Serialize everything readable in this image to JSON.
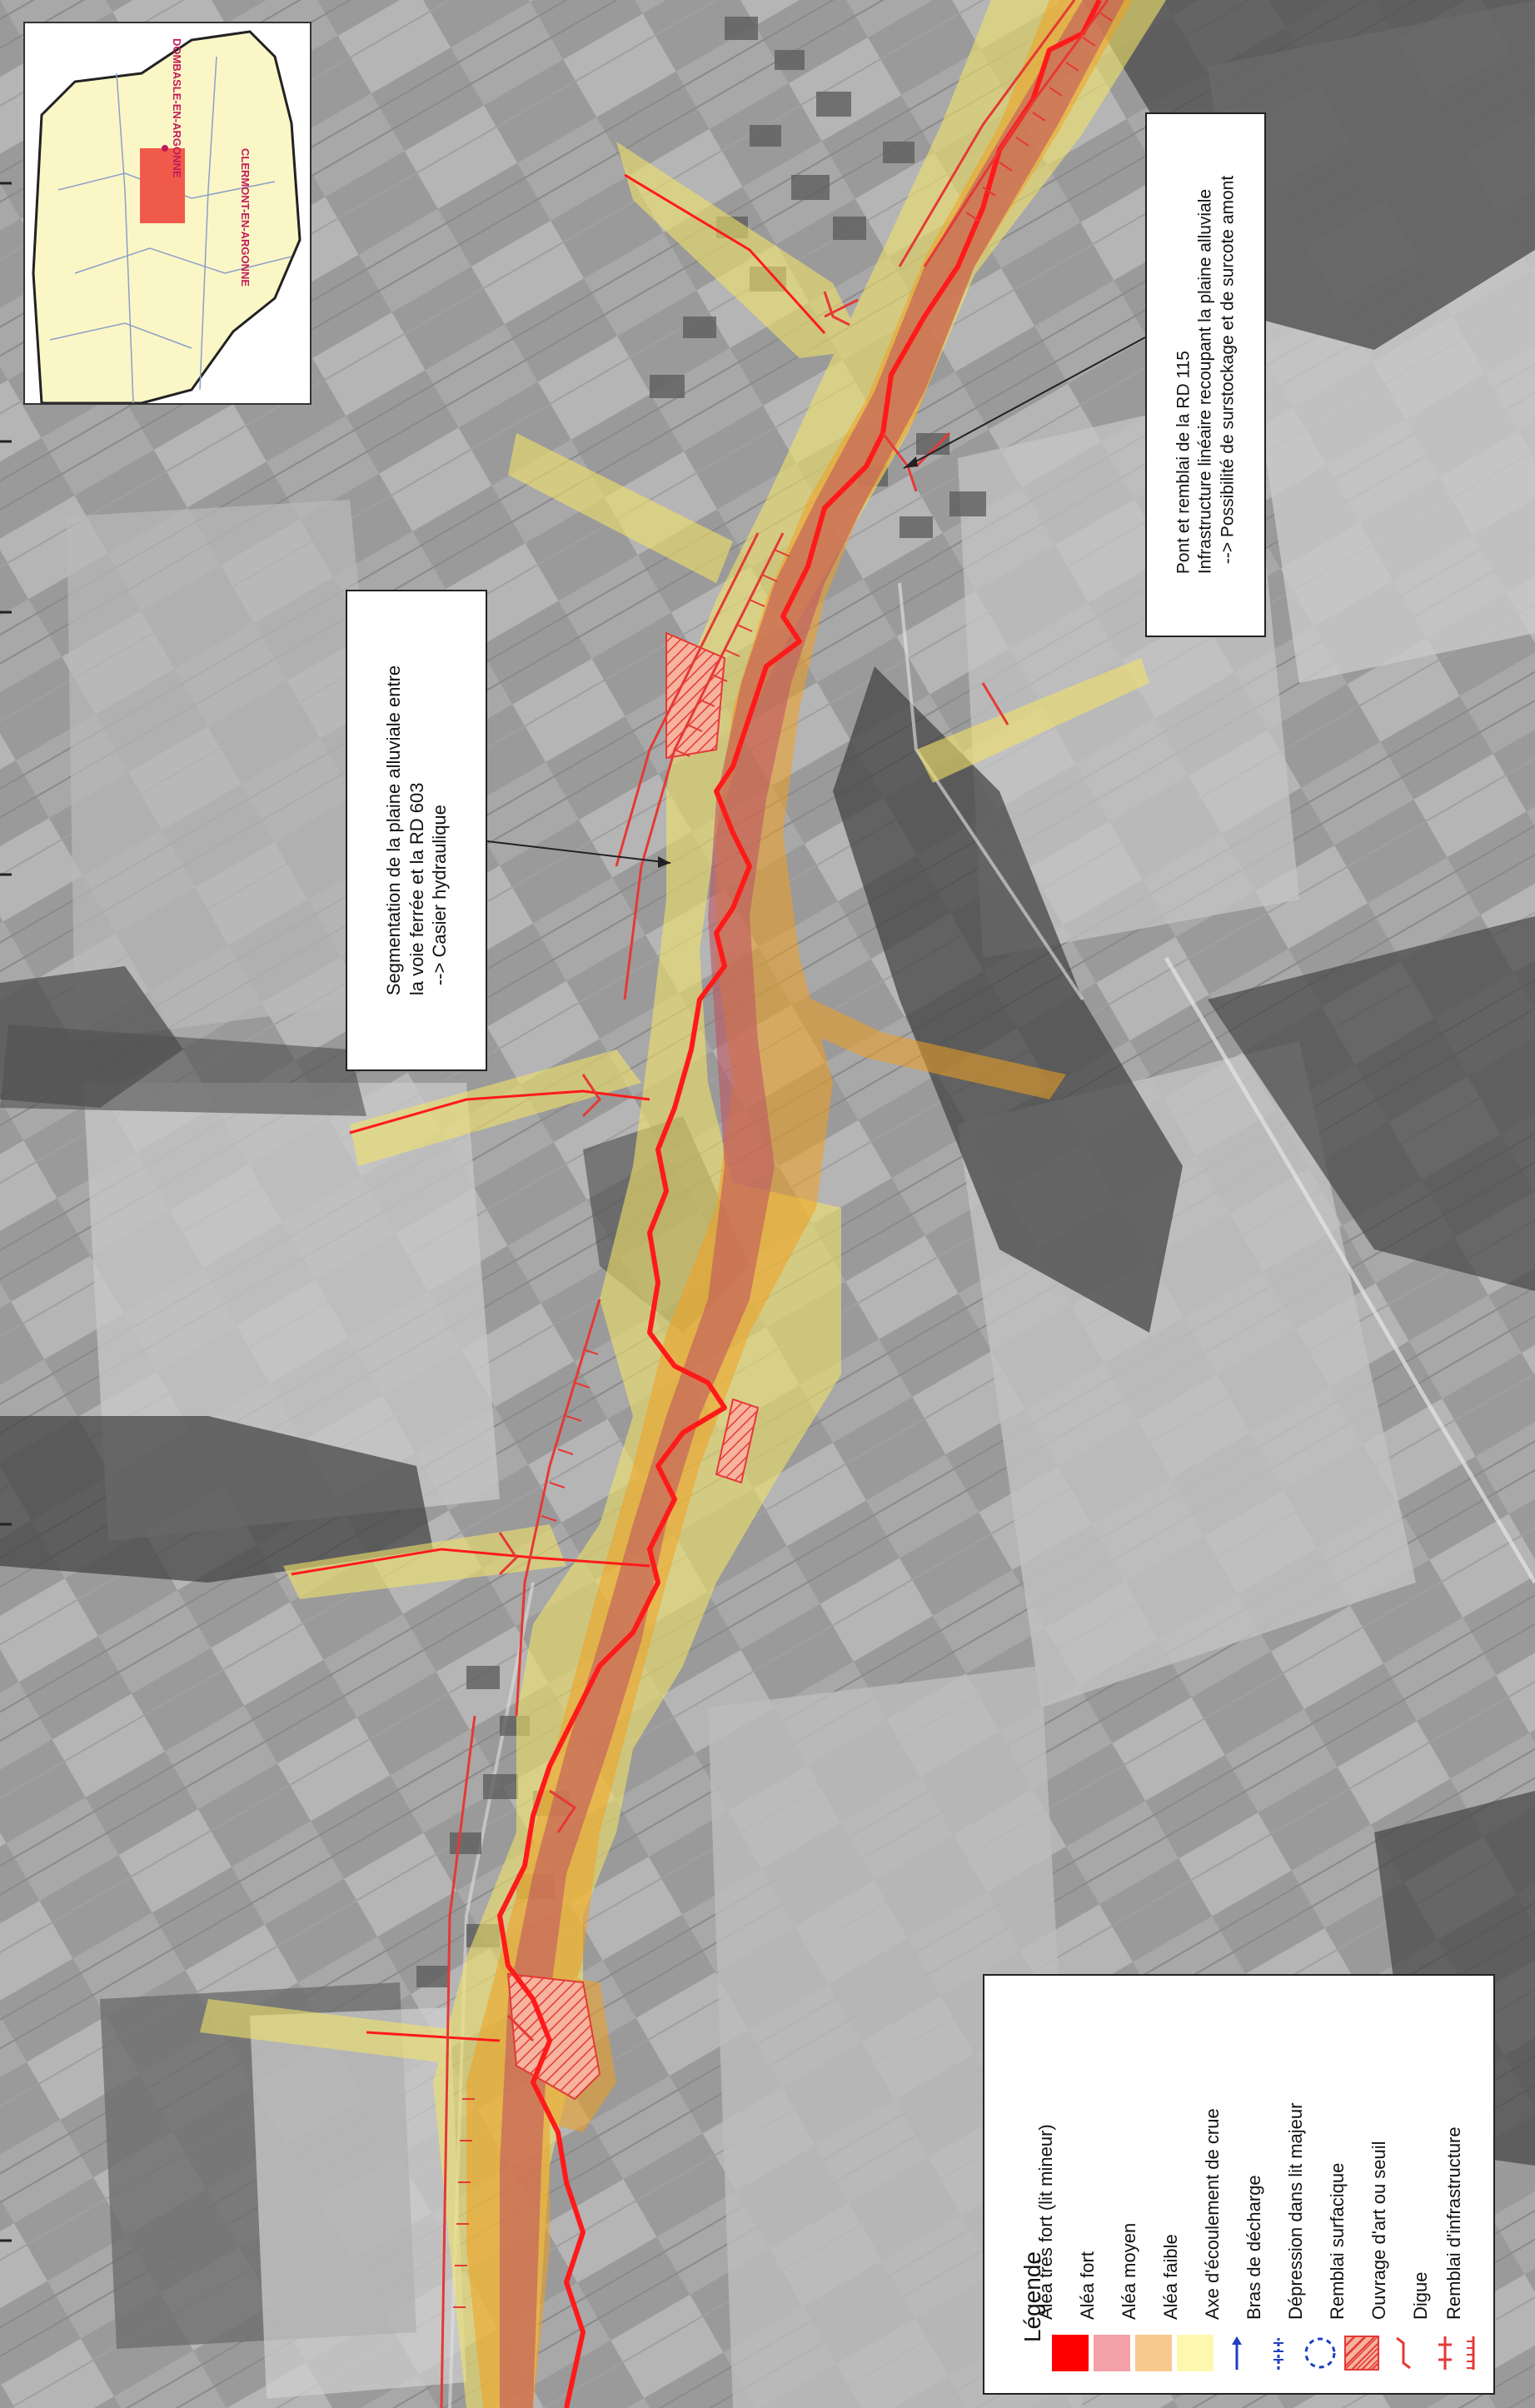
{
  "callouts": [
    {
      "id": "segmentation",
      "lines": [
        "Segmentation de la plaine alluviale entre",
        "la voie ferrée et la RD 603",
        "--> Casier hydraulique"
      ]
    },
    {
      "id": "pont",
      "lines": [
        "Pont et remblai de la RD 115",
        "Infrastructure linéaire recoupant la plaine alluviale",
        "--> Possibilité de surstockage et de surcote amont"
      ]
    }
  ],
  "inset": {
    "town_labels": [
      "DOMBASLE-EN-ARGONNE",
      "CLERMONT-EN-ARGONNE"
    ],
    "highlight_color": "#f05a4a",
    "background_color": "#fbf6c6"
  },
  "legend": {
    "title": "Légende",
    "items": [
      {
        "label": "Aléa très fort (lit mineur)",
        "swatch": "solid",
        "color": "#ff0000"
      },
      {
        "label": "Aléa fort",
        "swatch": "solid",
        "color": "#f4a0a8"
      },
      {
        "label": "Aléa moyen",
        "swatch": "solid",
        "color": "#f7c98f"
      },
      {
        "label": "Aléa faible",
        "swatch": "solid",
        "color": "#fdf8b0"
      },
      {
        "label": "Axe d'écoulement de crue",
        "swatch": "arrow-icon",
        "color": "#1f3fbf"
      },
      {
        "label": "Bras de décharge",
        "swatch": "branch-icon",
        "color": "#1f3fbf"
      },
      {
        "label": "Dépression dans lit majeur",
        "swatch": "dashed-circle-icon",
        "color": "#1f3fbf"
      },
      {
        "label": "Remblai surfacique",
        "swatch": "hatch-icon",
        "color": "#e53935"
      },
      {
        "label": "Ouvrage d'art ou seuil",
        "swatch": "bracket-icon",
        "color": "#e53935"
      },
      {
        "label": "Digue",
        "swatch": "dike-icon",
        "color": "#e53935"
      },
      {
        "label": "Remblai d'infrastructure",
        "swatch": "comb-icon",
        "color": "#e53935"
      }
    ]
  },
  "colors": {
    "river": "#ff1a1a",
    "alea_fort": "#c05560",
    "alea_moyen": "#f0a020",
    "alea_faible": "#f2e26a",
    "infrastructure": "#e53935",
    "aerial_base": "#8f8f8f"
  }
}
